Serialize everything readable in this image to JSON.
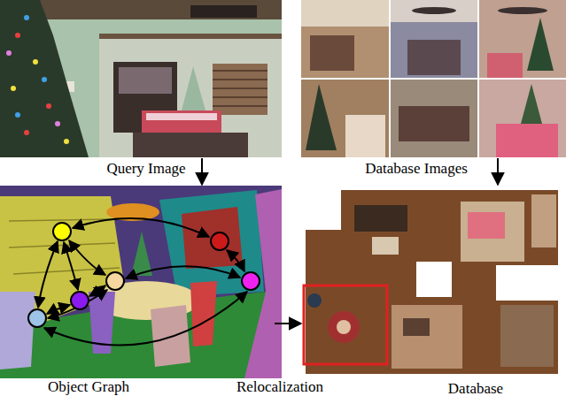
{
  "diagram": {
    "nodes": [
      {
        "text": [
          "Query Image"
        ]
      },
      {
        "text": [
          "Database Images"
        ]
      },
      {
        "text": [
          "Object Graph"
        ]
      },
      {
        "text": [
          "Database"
        ]
      }
    ],
    "edges": [
      {
        "from": 0,
        "to": 2,
        "arrow": "to"
      },
      {
        "from": 1,
        "to": 3,
        "arrow": "to"
      },
      {
        "from": 2,
        "to": 3,
        "label": "Relocalization",
        "arrow": "to"
      }
    ]
  }
}
